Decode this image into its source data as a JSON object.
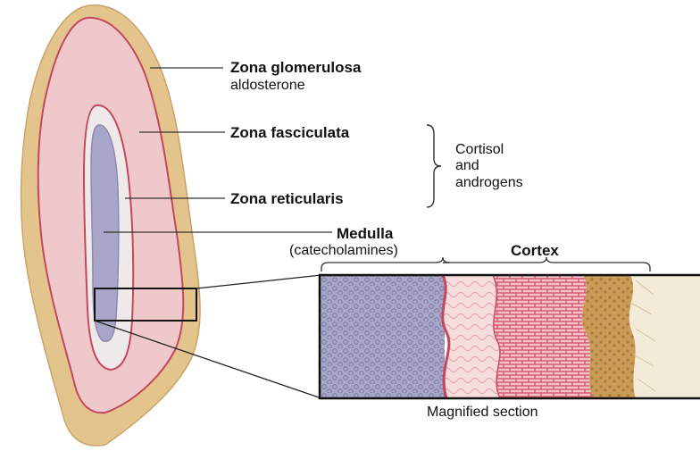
{
  "labels": {
    "zona_glomerulosa": "Zona glomerulosa",
    "zona_glomerulosa_hormone": "aldosterone",
    "zona_fasciculata": "Zona fasciculata",
    "zona_reticularis": "Zona reticularis",
    "shared_hormones_line1": "Cortisol",
    "shared_hormones_line2": "and",
    "shared_hormones_line3": "androgens",
    "medulla": "Medulla",
    "medulla_hormone": "(catecholamines)",
    "cortex": "Cortex",
    "magnified_section": "Magnified section"
  },
  "colors": {
    "capsule": "#e3c48c",
    "capsule_edge": "#caa36a",
    "glomerulosa": "#efc8cc",
    "zone_border": "#c4485c",
    "reticularis": "#eeeaea",
    "medulla": "#a9a7c9",
    "medulla_texture": "#6f6c99",
    "fasciculata_cells": "#d9566c",
    "glomerulosa_band": "#c89b57"
  }
}
